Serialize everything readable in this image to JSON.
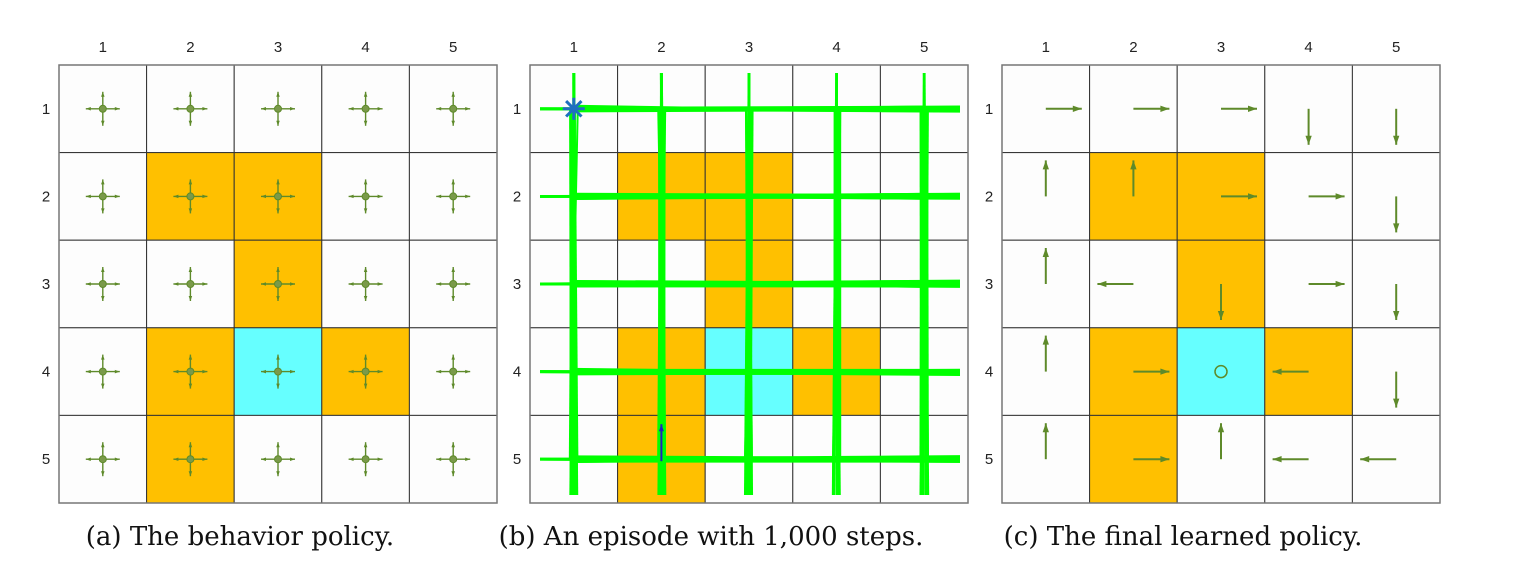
{
  "colors": {
    "forbidden": "#FFC000",
    "target": "#66FFFF",
    "normal": "#FDFDFD",
    "arrow": "#5E8A2A",
    "trajectory": "#00FF00",
    "start": "#1F6FC0"
  },
  "grid": {
    "columns": [
      "1",
      "2",
      "3",
      "4",
      "5"
    ],
    "rows": [
      "1",
      "2",
      "3",
      "4",
      "5"
    ],
    "cells": [
      [
        "n",
        "n",
        "n",
        "n",
        "n"
      ],
      [
        "n",
        "f",
        "f",
        "n",
        "n"
      ],
      [
        "n",
        "n",
        "f",
        "n",
        "n"
      ],
      [
        "n",
        "f",
        "t",
        "f",
        "n"
      ],
      [
        "n",
        "f",
        "n",
        "n",
        "n"
      ]
    ]
  },
  "panels": [
    {
      "caption": "(a) The behavior policy.",
      "type": "uniform"
    },
    {
      "caption": "(b) An episode with 1,000 steps.",
      "type": "trajectory"
    },
    {
      "caption": "(c) The final learned policy.",
      "type": "policy",
      "policy": [
        [
          "r",
          "r",
          "r",
          "d",
          "d"
        ],
        [
          "u",
          "u",
          "r",
          "r",
          "d"
        ],
        [
          "u",
          "l",
          "d",
          "r",
          "d"
        ],
        [
          "u",
          "r",
          "o",
          "l",
          "d"
        ],
        [
          "u",
          "r",
          "u",
          "l",
          "l"
        ]
      ]
    }
  ]
}
